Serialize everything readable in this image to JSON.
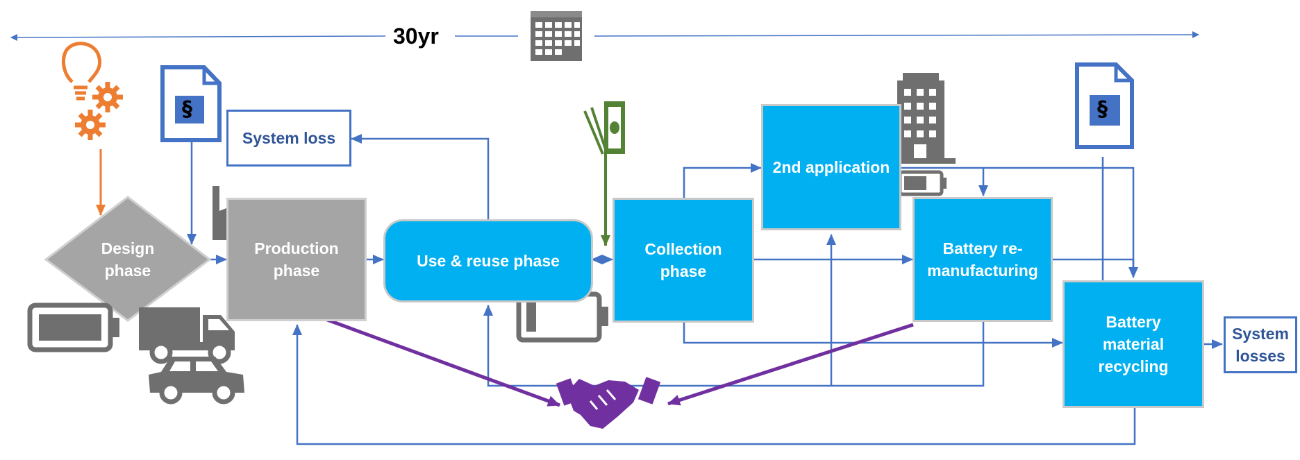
{
  "timeline": {
    "label": "30yr"
  },
  "nodes": {
    "design": "Design\nphase",
    "production": "Production\nphase",
    "use_reuse": "Use & reuse phase",
    "collection": "Collection\nphase",
    "second_application": "2nd application",
    "remanufacturing": "Battery re-\nmanufacturing",
    "recycling": "Battery\nmaterial\nrecycling",
    "system_loss": "System loss",
    "system_losses": "System\nlosses"
  },
  "icons": {
    "calendar": "calendar-icon",
    "idea": "lightbulb-gears-icon",
    "regulation_left": "regulation-document-icon",
    "regulation_right": "regulation-document-icon",
    "factory": "factory-icon",
    "money": "money-icon",
    "building": "building-icon",
    "handshake": "handshake-icon",
    "battery_full": "battery-full-icon",
    "battery_low": "battery-low-icon",
    "battery_half": "battery-half-icon",
    "truck": "truck-icon",
    "car": "car-icon",
    "section_symbol": "§"
  },
  "colors": {
    "blue_box": "#00b0f0",
    "gray_box": "#a5a5a5",
    "arrow_blue": "#4472c4",
    "arrow_orange": "#ed7d31",
    "arrow_green": "#548235",
    "arrow_purple": "#7030a0",
    "icon_gray": "#6f6f6f"
  }
}
